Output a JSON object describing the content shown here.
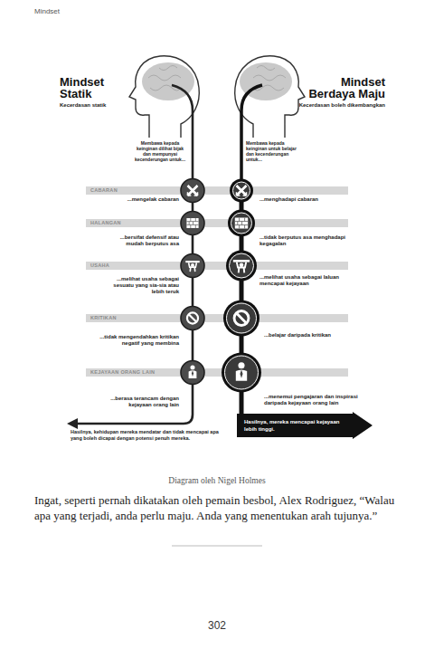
{
  "diagram": {
    "caption": "Diagram oleh Nigel Holmes",
    "nodes": [
      {
        "text": [
          "Mindset Statik",
          "Kecerdasan statik",
          "Membawa kepada keinginan dilihat bijak dan mempunyai kecenderungan untuk..."
        ]
      },
      {
        "text": [
          "Mindset Berdaya Maju",
          "Kecerdasan boleh dikembangkan",
          "Membawa kepada keinginan untuk belajar dan kecenderungan untuk..."
        ]
      },
      {
        "text": [
          "Hasilnya, mereka mencapai kejayaan lebih tinggi."
        ]
      }
    ],
    "edges": [
      {
        "from": 1,
        "to": 2,
        "arrow": "none"
      }
    ],
    "labels": [
      "Mindset",
      "CABARAN",
      "...mengelak cabaran",
      "...menghadapi cabaran",
      "HALANGAN",
      "...bersifat defensif atau mudah berputus asa",
      "...tidak berputus asa menghadapi kegagalan",
      "USAHA",
      "...melihat usaha sebagai sesuatu yang sia-sia atau lebih teruk",
      "...melihat usaha sebagai laluan mencapai kejayaan",
      "KRITIKAN",
      "...tidak mengendahkan kritikan negatif yang membina",
      "...belajar daripada kritikan",
      "KEJAYAAN ORANG LAIN",
      "...berasa terancam dengan kejayaan orang lain",
      "...menemui pengajaran dan inspirasi daripada kejayaan orang lain",
      "Hasilnya, kehidupan mereka mendatar dan tidak mencapai apa yang boleh dicapai dengan potensi penuh mereka.",
      "Ingat, seperti pernah dikatakan oleh pemain besbol, Alex Rodriguez, “Walau apa yang terjadi, anda perlu maju. Anda yang menentukan arah tujunya.”",
      "302"
    ]
  }
}
